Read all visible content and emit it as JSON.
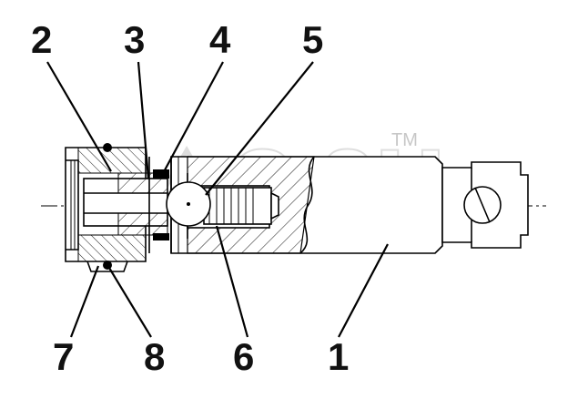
{
  "watermark": {
    "text": "ᗅᑭᔑᕼ",
    "trademark": "TM"
  },
  "callouts": [
    {
      "id": "2",
      "label": "2"
    },
    {
      "id": "3",
      "label": "3"
    },
    {
      "id": "4",
      "label": "4"
    },
    {
      "id": "5",
      "label": "5"
    },
    {
      "id": "7",
      "label": "7"
    },
    {
      "id": "8",
      "label": "8"
    },
    {
      "id": "6",
      "label": "6"
    },
    {
      "id": "1",
      "label": "1"
    }
  ]
}
